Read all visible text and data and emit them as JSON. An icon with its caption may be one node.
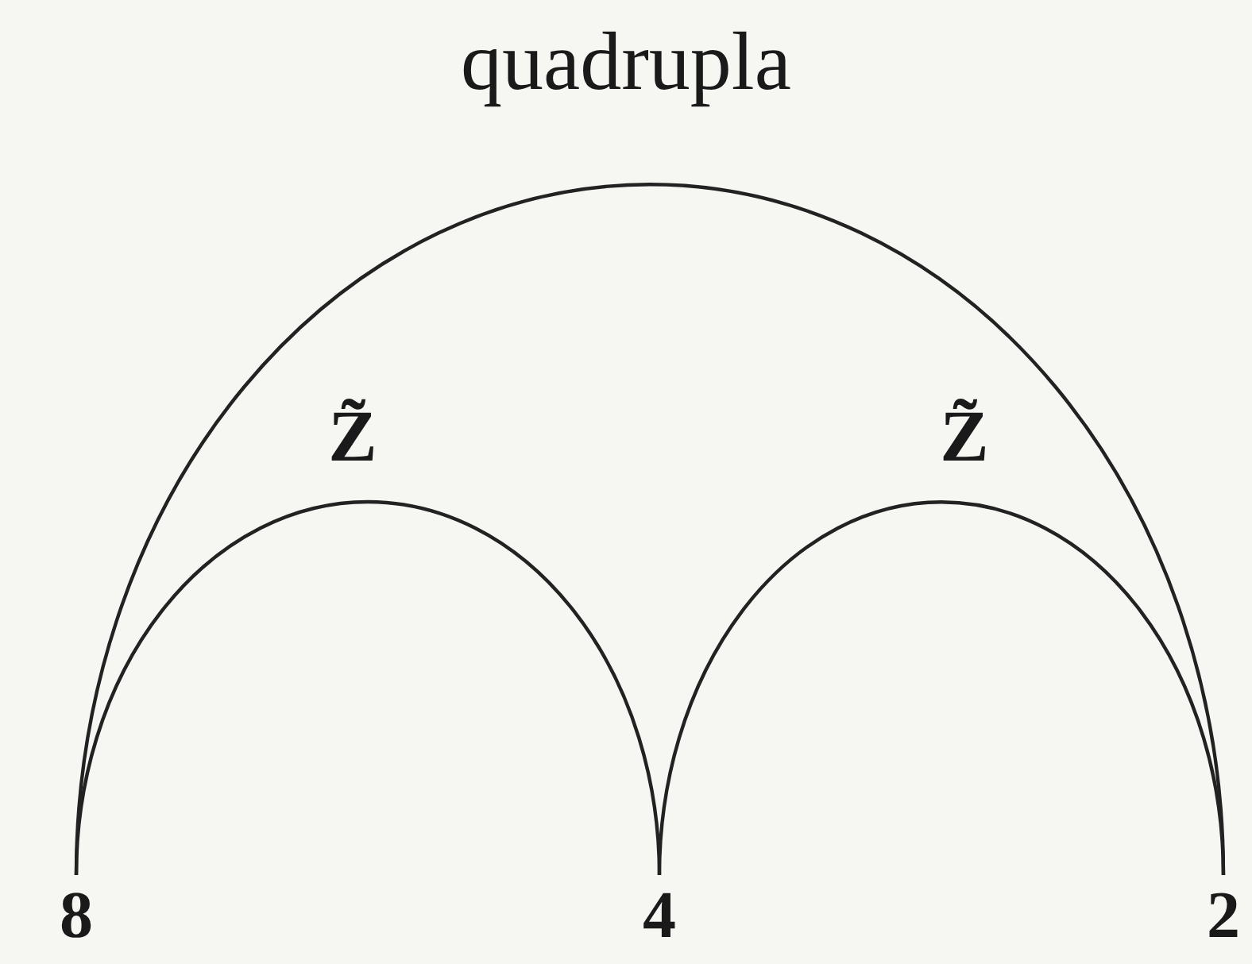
{
  "diagram": {
    "title": "quadrupla",
    "nodes": [
      {
        "text": [
          "8"
        ]
      },
      {
        "text": [
          "4"
        ]
      },
      {
        "text": [
          "2"
        ]
      }
    ],
    "edges": [
      {
        "from": 0,
        "to": 2,
        "arrow": "none"
      },
      {
        "from": 0,
        "to": 1,
        "arrow": "none",
        "label": "Z̃"
      },
      {
        "from": 1,
        "to": 2,
        "arrow": "none",
        "label": "Z̃"
      }
    ]
  }
}
